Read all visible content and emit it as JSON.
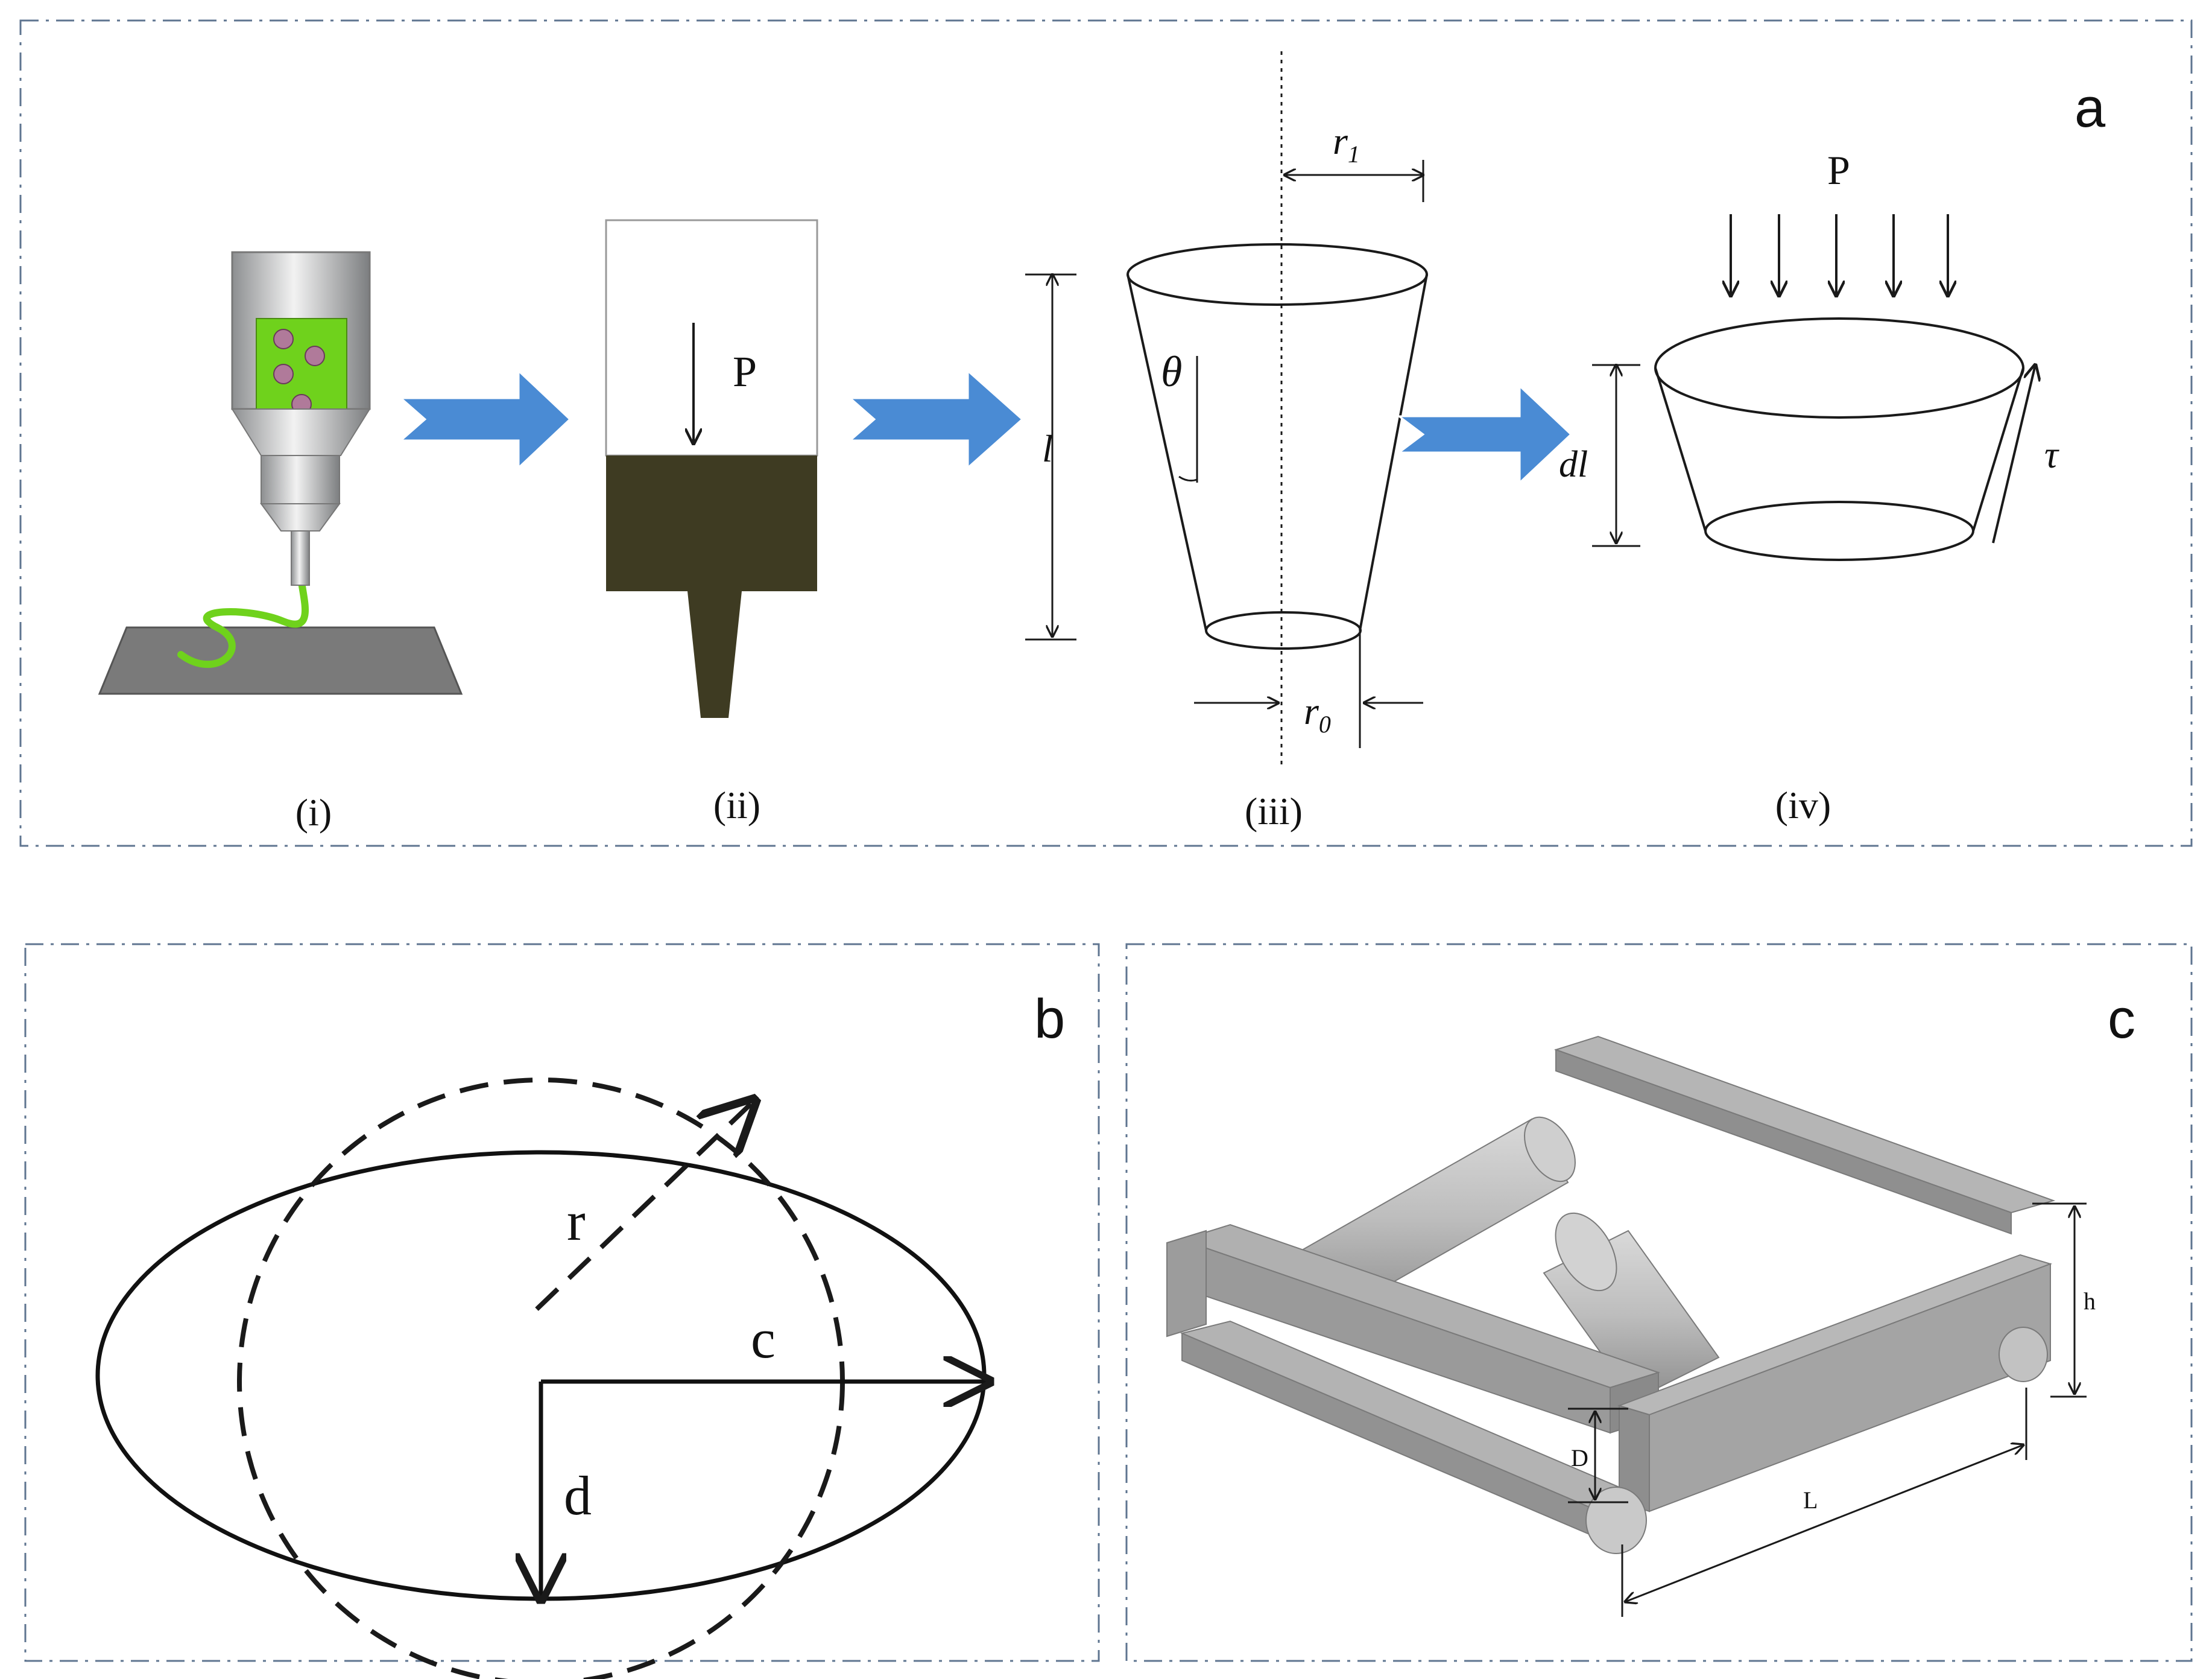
{
  "panels": {
    "a": {
      "letter": "a",
      "steps": [
        "(i)",
        "(ii)",
        "(iii)",
        "(iv)"
      ],
      "step_ii_pressure": "P",
      "step_iii_labels": {
        "length": "l",
        "angle": "θ",
        "top_radius": "r",
        "top_radius_sub": "1",
        "bottom_radius": "r",
        "bottom_radius_sub": "0"
      },
      "step_iv_labels": {
        "pressure": "P",
        "height": "dl",
        "shear": "τ"
      }
    },
    "b": {
      "letter": "b",
      "labels": {
        "radius": "r",
        "semi_axis_c": "c",
        "semi_axis_d": "d"
      }
    },
    "c": {
      "letter": "c",
      "labels": {
        "height": "h",
        "diameter": "D",
        "length": "L"
      }
    }
  },
  "colors": {
    "border": "#5f7590",
    "arrow_blue": "#4a8bd4",
    "ink_green": "#6fd21c",
    "ink_dark": "#3e3b22",
    "substrate": "#7a7a7a",
    "scaffold_gray": "#a9a9a9"
  }
}
